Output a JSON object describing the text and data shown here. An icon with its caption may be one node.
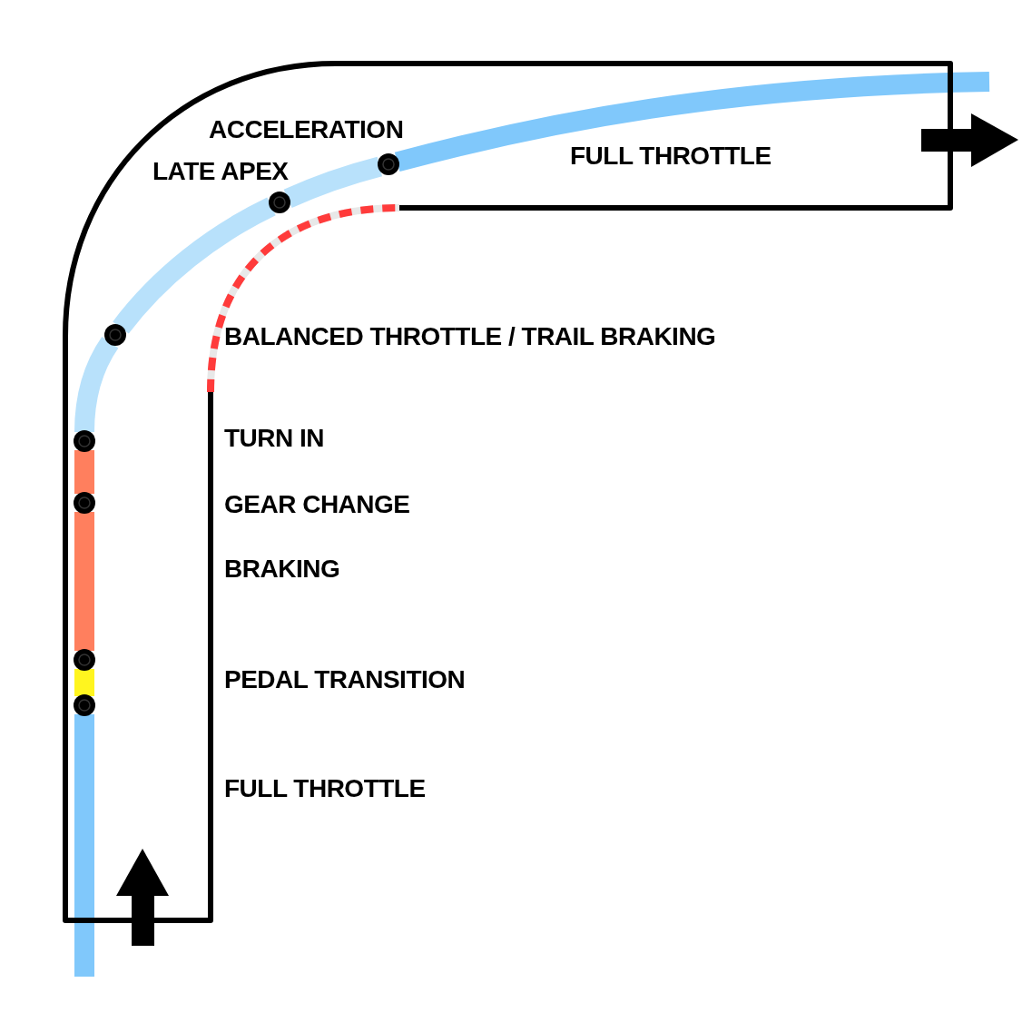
{
  "diagram": {
    "nodes": [
      {
        "text": [],
        "shape": "circle"
      },
      {
        "text": [],
        "shape": "circle"
      },
      {
        "text": [],
        "shape": "circle"
      },
      {
        "text": [],
        "shape": "circle"
      },
      {
        "text": [],
        "shape": "circle"
      },
      {
        "text": [],
        "shape": "circle"
      },
      {
        "text": [],
        "shape": "circle"
      }
    ],
    "edges": [
      {
        "from": null,
        "to": 6,
        "arrow": "none",
        "color": "#80c8fb"
      },
      {
        "from": 6,
        "to": 5,
        "arrow": "none",
        "color": "#fff51f"
      },
      {
        "from": 5,
        "to": 4,
        "arrow": "none",
        "color": "#ff7f5e"
      },
      {
        "from": 4,
        "to": 3,
        "arrow": "none",
        "color": "#ff7f5e"
      },
      {
        "from": 3,
        "to": 2,
        "arrow": "none"
      },
      {
        "from": 2,
        "to": 1,
        "arrow": "none"
      },
      {
        "from": 1,
        "to": 0,
        "arrow": "none"
      },
      {
        "from": 0,
        "to": null,
        "arrow": "none",
        "color": "#80c8fb"
      }
    ],
    "labels": [
      "ACCELERATION",
      "LATE APEX",
      "FULL THROTTLE",
      "BALANCED THROTTLE / TRAIL BRAKING",
      "TURN IN",
      "GEAR CHANGE",
      "BRAKING",
      "PEDAL TRANSITION",
      "FULL THROTTLE"
    ]
  }
}
